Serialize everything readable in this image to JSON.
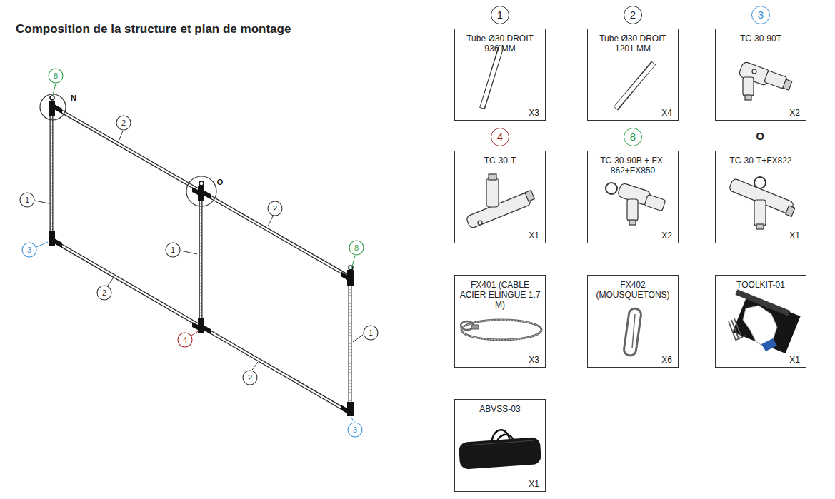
{
  "diagram": {
    "title": "Composition de la structure et plan de montage",
    "nodes": [
      {
        "text": [
          "1",
          "Tube Ø30 DROIT 936 MM",
          "X3"
        ]
      },
      {
        "text": [
          "2",
          "Tube Ø30 DROIT 1201 MM",
          "X4"
        ]
      },
      {
        "text": [
          "3",
          "TC-30-90T",
          "X2"
        ]
      },
      {
        "text": [
          "4",
          "TC-30-T",
          "X1"
        ]
      },
      {
        "text": [
          "8",
          "TC-30-90B + FX-862+FX850",
          "X2"
        ]
      },
      {
        "text": [
          "O",
          "TC-30-T+FX822",
          "X1"
        ]
      },
      {
        "text": [
          "FX401 (CABLE ACIER ELINGUE 1,7 M)",
          "X3"
        ]
      },
      {
        "text": [
          "FX402 (MOUSQUETONS)",
          "X6"
        ]
      },
      {
        "text": [
          "TOOLKIT-01",
          "X1"
        ]
      },
      {
        "text": [
          "ABVSS-03",
          "X1"
        ]
      }
    ],
    "labels": [
      "8",
      "N",
      "2",
      "O",
      "2",
      "1",
      "3",
      "1",
      "8",
      "2",
      "4",
      "1",
      "2",
      "3"
    ]
  }
}
